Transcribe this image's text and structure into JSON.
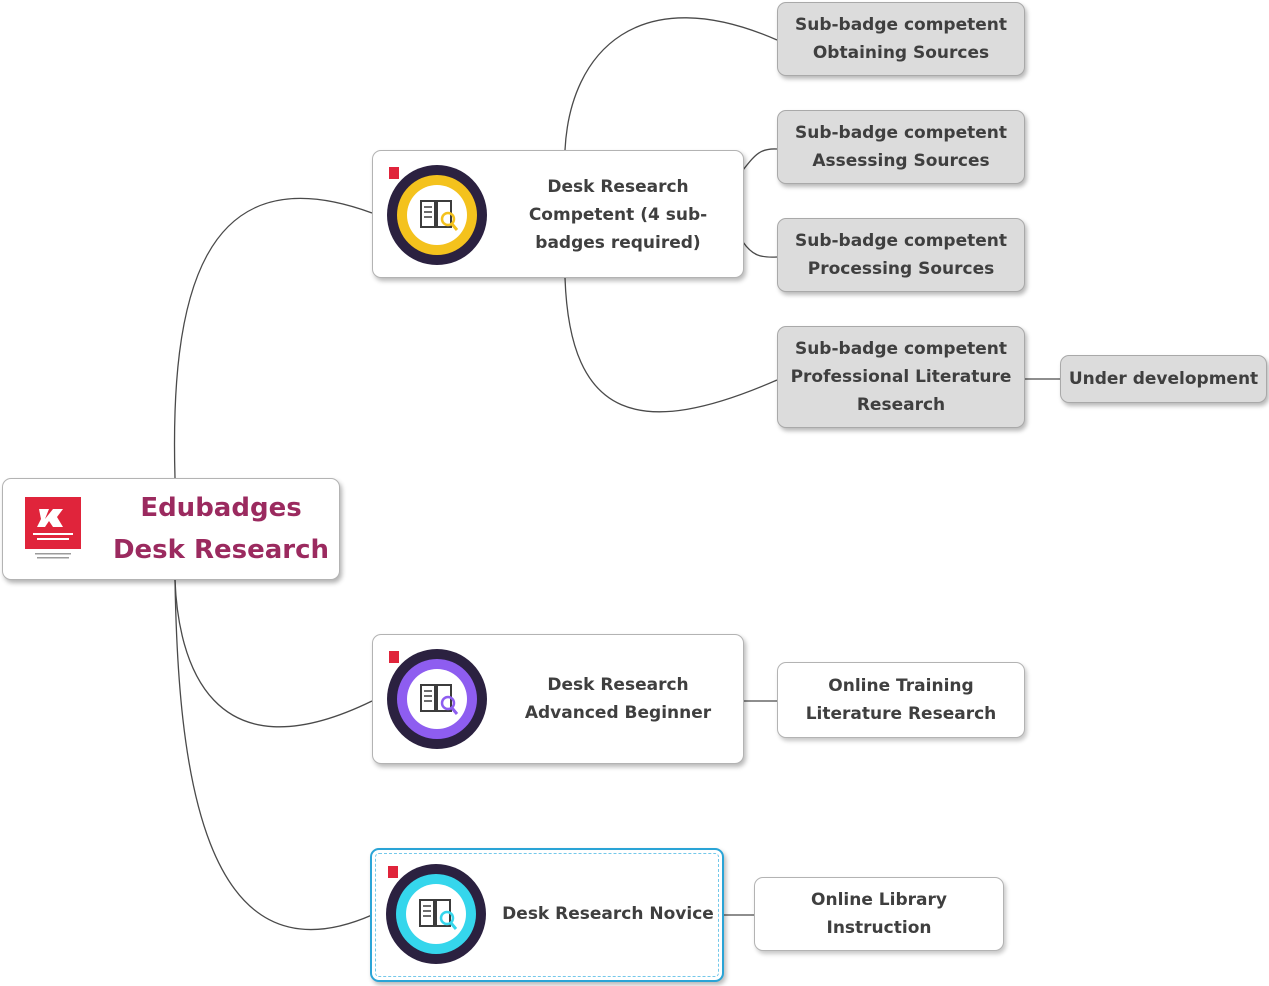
{
  "root": {
    "title_line1": "Edubadges",
    "title_line2": "Desk Research",
    "logo_icon": "rotterdam-university-logo",
    "brand_color": "#9b2a5f"
  },
  "badges": {
    "competent": {
      "line1": "Desk Research",
      "line2": "Competent (4 sub-",
      "line3": "badges required)",
      "ring_color": "#f4c21d",
      "icon": "desk-research-competent-badge"
    },
    "advanced": {
      "line1": "Desk Research",
      "line2": "Advanced Beginner",
      "ring_color": "#8e5df0",
      "icon": "desk-research-advanced-beginner-badge"
    },
    "novice": {
      "line1": "Desk Research Novice",
      "ring_color": "#35d6ec",
      "icon": "desk-research-novice-badge"
    }
  },
  "sub_badges": [
    {
      "line1": "Sub-badge competent",
      "line2": "Obtaining Sources"
    },
    {
      "line1": "Sub-badge competent",
      "line2": "Assessing Sources"
    },
    {
      "line1": "Sub-badge competent",
      "line2": "Processing Sources"
    },
    {
      "line1": "Sub-badge competent",
      "line2": "Professional Literature",
      "line3": "Research"
    }
  ],
  "under_development": "Under development",
  "online_training": {
    "line1": "Online Training",
    "line2": "Literature Research"
  },
  "online_library": {
    "line1": "Online Library",
    "line2": "Instruction"
  },
  "colors": {
    "connector": "#4a4a4a",
    "selection": "#2aa4d6",
    "leaf_fill": "#dcdcdc"
  }
}
